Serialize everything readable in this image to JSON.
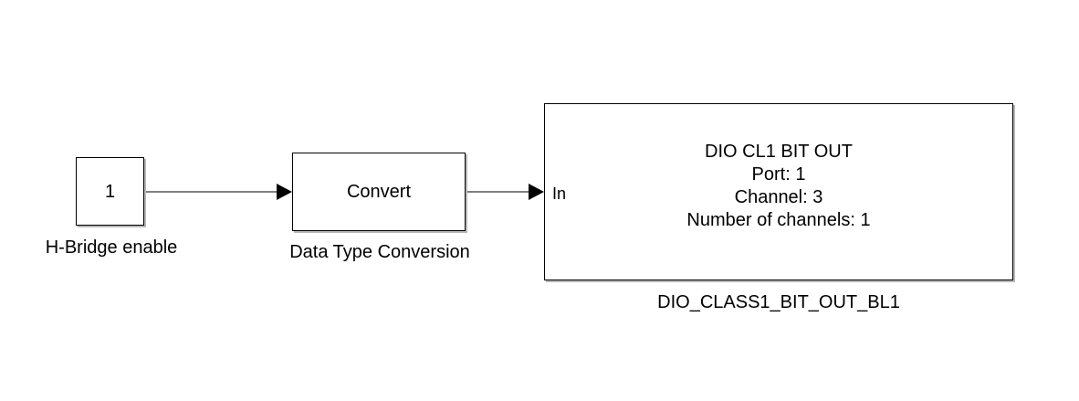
{
  "blocks": {
    "constant": {
      "value": "1",
      "name": "H-Bridge enable"
    },
    "data_type_conversion": {
      "text": "Convert",
      "name": "Data Type Conversion"
    },
    "dio_out": {
      "lines": [
        "DIO CL1 BIT OUT",
        "Port: 1",
        "Channel: 3",
        "Number of channels: 1"
      ],
      "input_port": "In",
      "name": "DIO_CLASS1_BIT_OUT_BL1"
    }
  }
}
